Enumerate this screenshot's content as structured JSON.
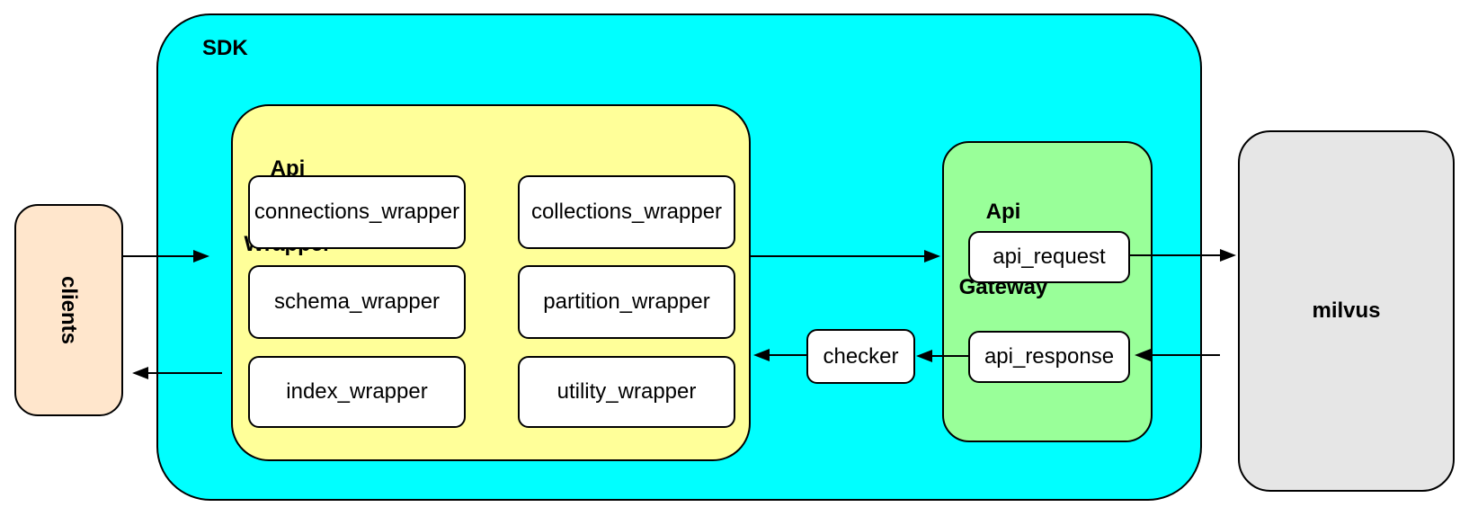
{
  "diagram": {
    "colors": {
      "sdk_fill": "#00FFFF",
      "api_wrapper_fill": "#FFFF99",
      "api_gateway_fill": "#99FF99",
      "clients_fill": "#FFE6CC",
      "milvus_fill": "#E6E6E6",
      "module_fill": "#FFFFFF",
      "stroke": "#000000"
    },
    "nodes": {
      "sdk": {
        "label": "SDK"
      },
      "clients": {
        "label": "clients"
      },
      "milvus": {
        "label": "milvus"
      },
      "api_wrapper": {
        "label_line1": "Api",
        "label_line2": "Wrapper"
      },
      "api_gateway": {
        "label_line1": "Api",
        "label_line2": "Gateway"
      },
      "wrapper_modules": [
        {
          "label": "connections_wrapper"
        },
        {
          "label": "collections_wrapper"
        },
        {
          "label": "schema_wrapper"
        },
        {
          "label": "partition_wrapper"
        },
        {
          "label": "index_wrapper"
        },
        {
          "label": "utility_wrapper"
        }
      ],
      "checker": {
        "label": "checker"
      },
      "gateway_modules": [
        {
          "label": "api_request"
        },
        {
          "label": "api_response"
        }
      ]
    },
    "edges": [
      {
        "from": "clients",
        "to": "sdk"
      },
      {
        "from": "api_wrapper",
        "to": "api_gateway"
      },
      {
        "from": "api_request",
        "to": "milvus"
      },
      {
        "from": "milvus",
        "to": "api_response"
      },
      {
        "from": "api_response",
        "to": "checker"
      },
      {
        "from": "checker",
        "to": "api_wrapper"
      },
      {
        "from": "api_wrapper",
        "to": "clients"
      }
    ]
  }
}
